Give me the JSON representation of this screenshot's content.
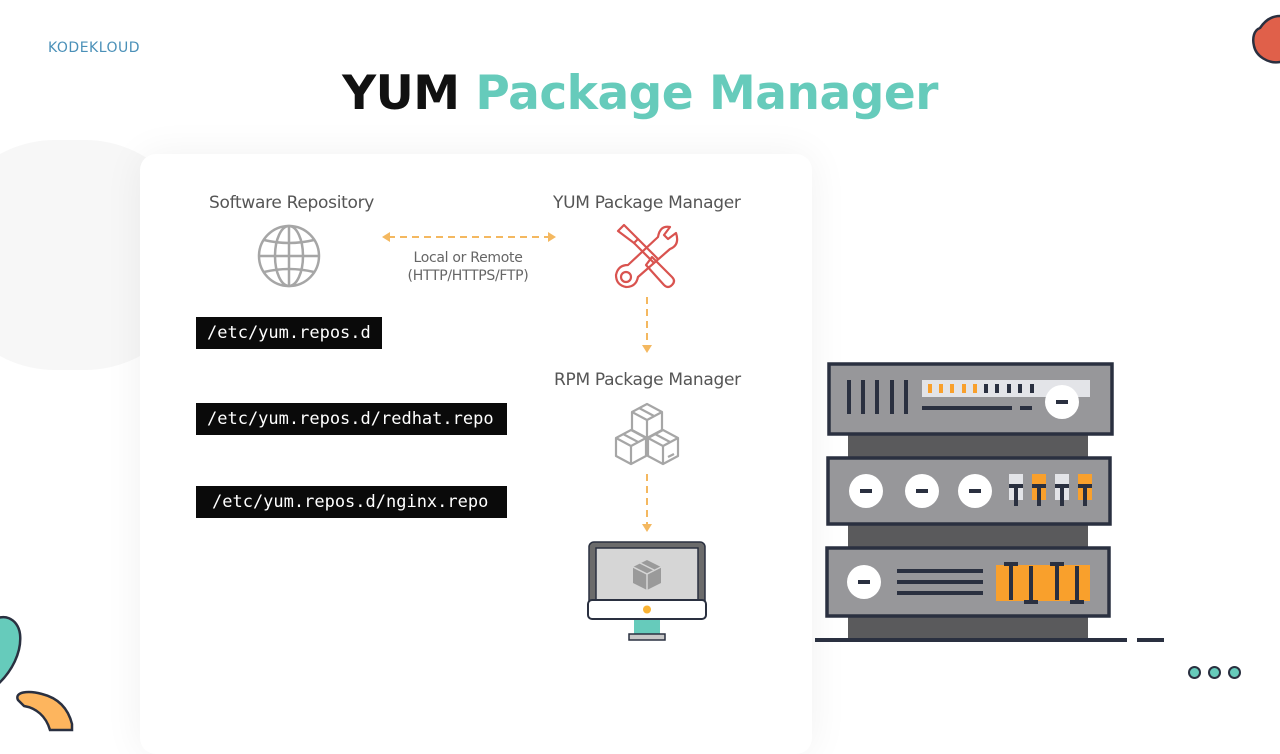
{
  "logo": {
    "text": "KODEKLOUD"
  },
  "title": {
    "part1": "YUM",
    "part2": "Package Manager"
  },
  "diagram": {
    "software_repository_label": "Software Repository",
    "yum_label": "YUM Package Manager",
    "rpm_label": "RPM Package Manager",
    "connection_label_line1": "Local or  Remote",
    "connection_label_line2": "(HTTP/HTTPS/FTP)",
    "icons": {
      "repository": "globe-icon",
      "yum": "tools-icon",
      "rpm": "boxes-icon",
      "client": "computer-icon",
      "server": "server-rack-icon"
    }
  },
  "paths": [
    "/etc/yum.repos.d",
    "/etc/yum.repos.d/redhat.repo",
    "/etc/yum.repos.d/nginx.repo"
  ],
  "colors": {
    "accent_teal": "#66cbbb",
    "arrow_orange": "#f4b860",
    "tool_red": "#d9534f",
    "server_orange": "#f9a02c",
    "server_navy": "#2a3040"
  }
}
